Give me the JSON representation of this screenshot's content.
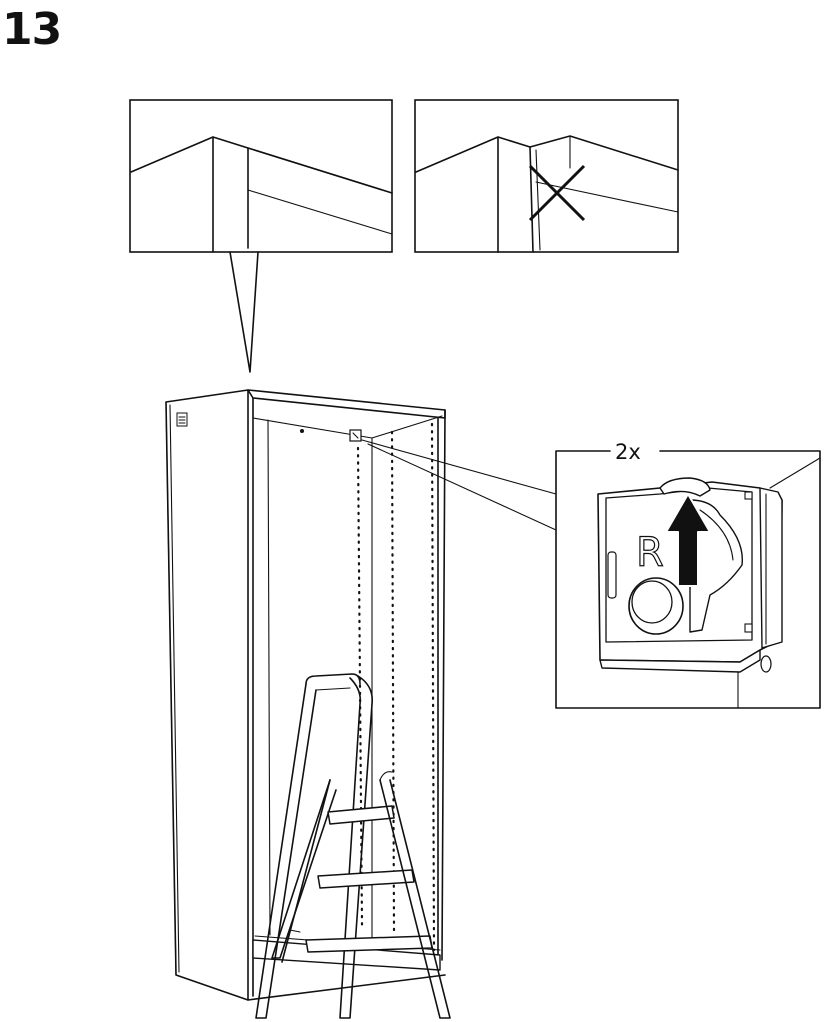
{
  "step": {
    "number": "13"
  },
  "detail_callout": {
    "quantity": "2x"
  },
  "bracket": {
    "side_letter": "R"
  },
  "icons": {
    "correct_detail": "correct-fit-panel",
    "wrong_detail": "incorrect-fit-panel",
    "wrong_mark": "cross-mark-icon",
    "direction": "arrow-up-icon",
    "tool": "step-ladder-icon",
    "part_label": "part-sticker-icon"
  },
  "colors": {
    "ink": "#111111",
    "paper": "#ffffff",
    "arrow": "#111111"
  }
}
